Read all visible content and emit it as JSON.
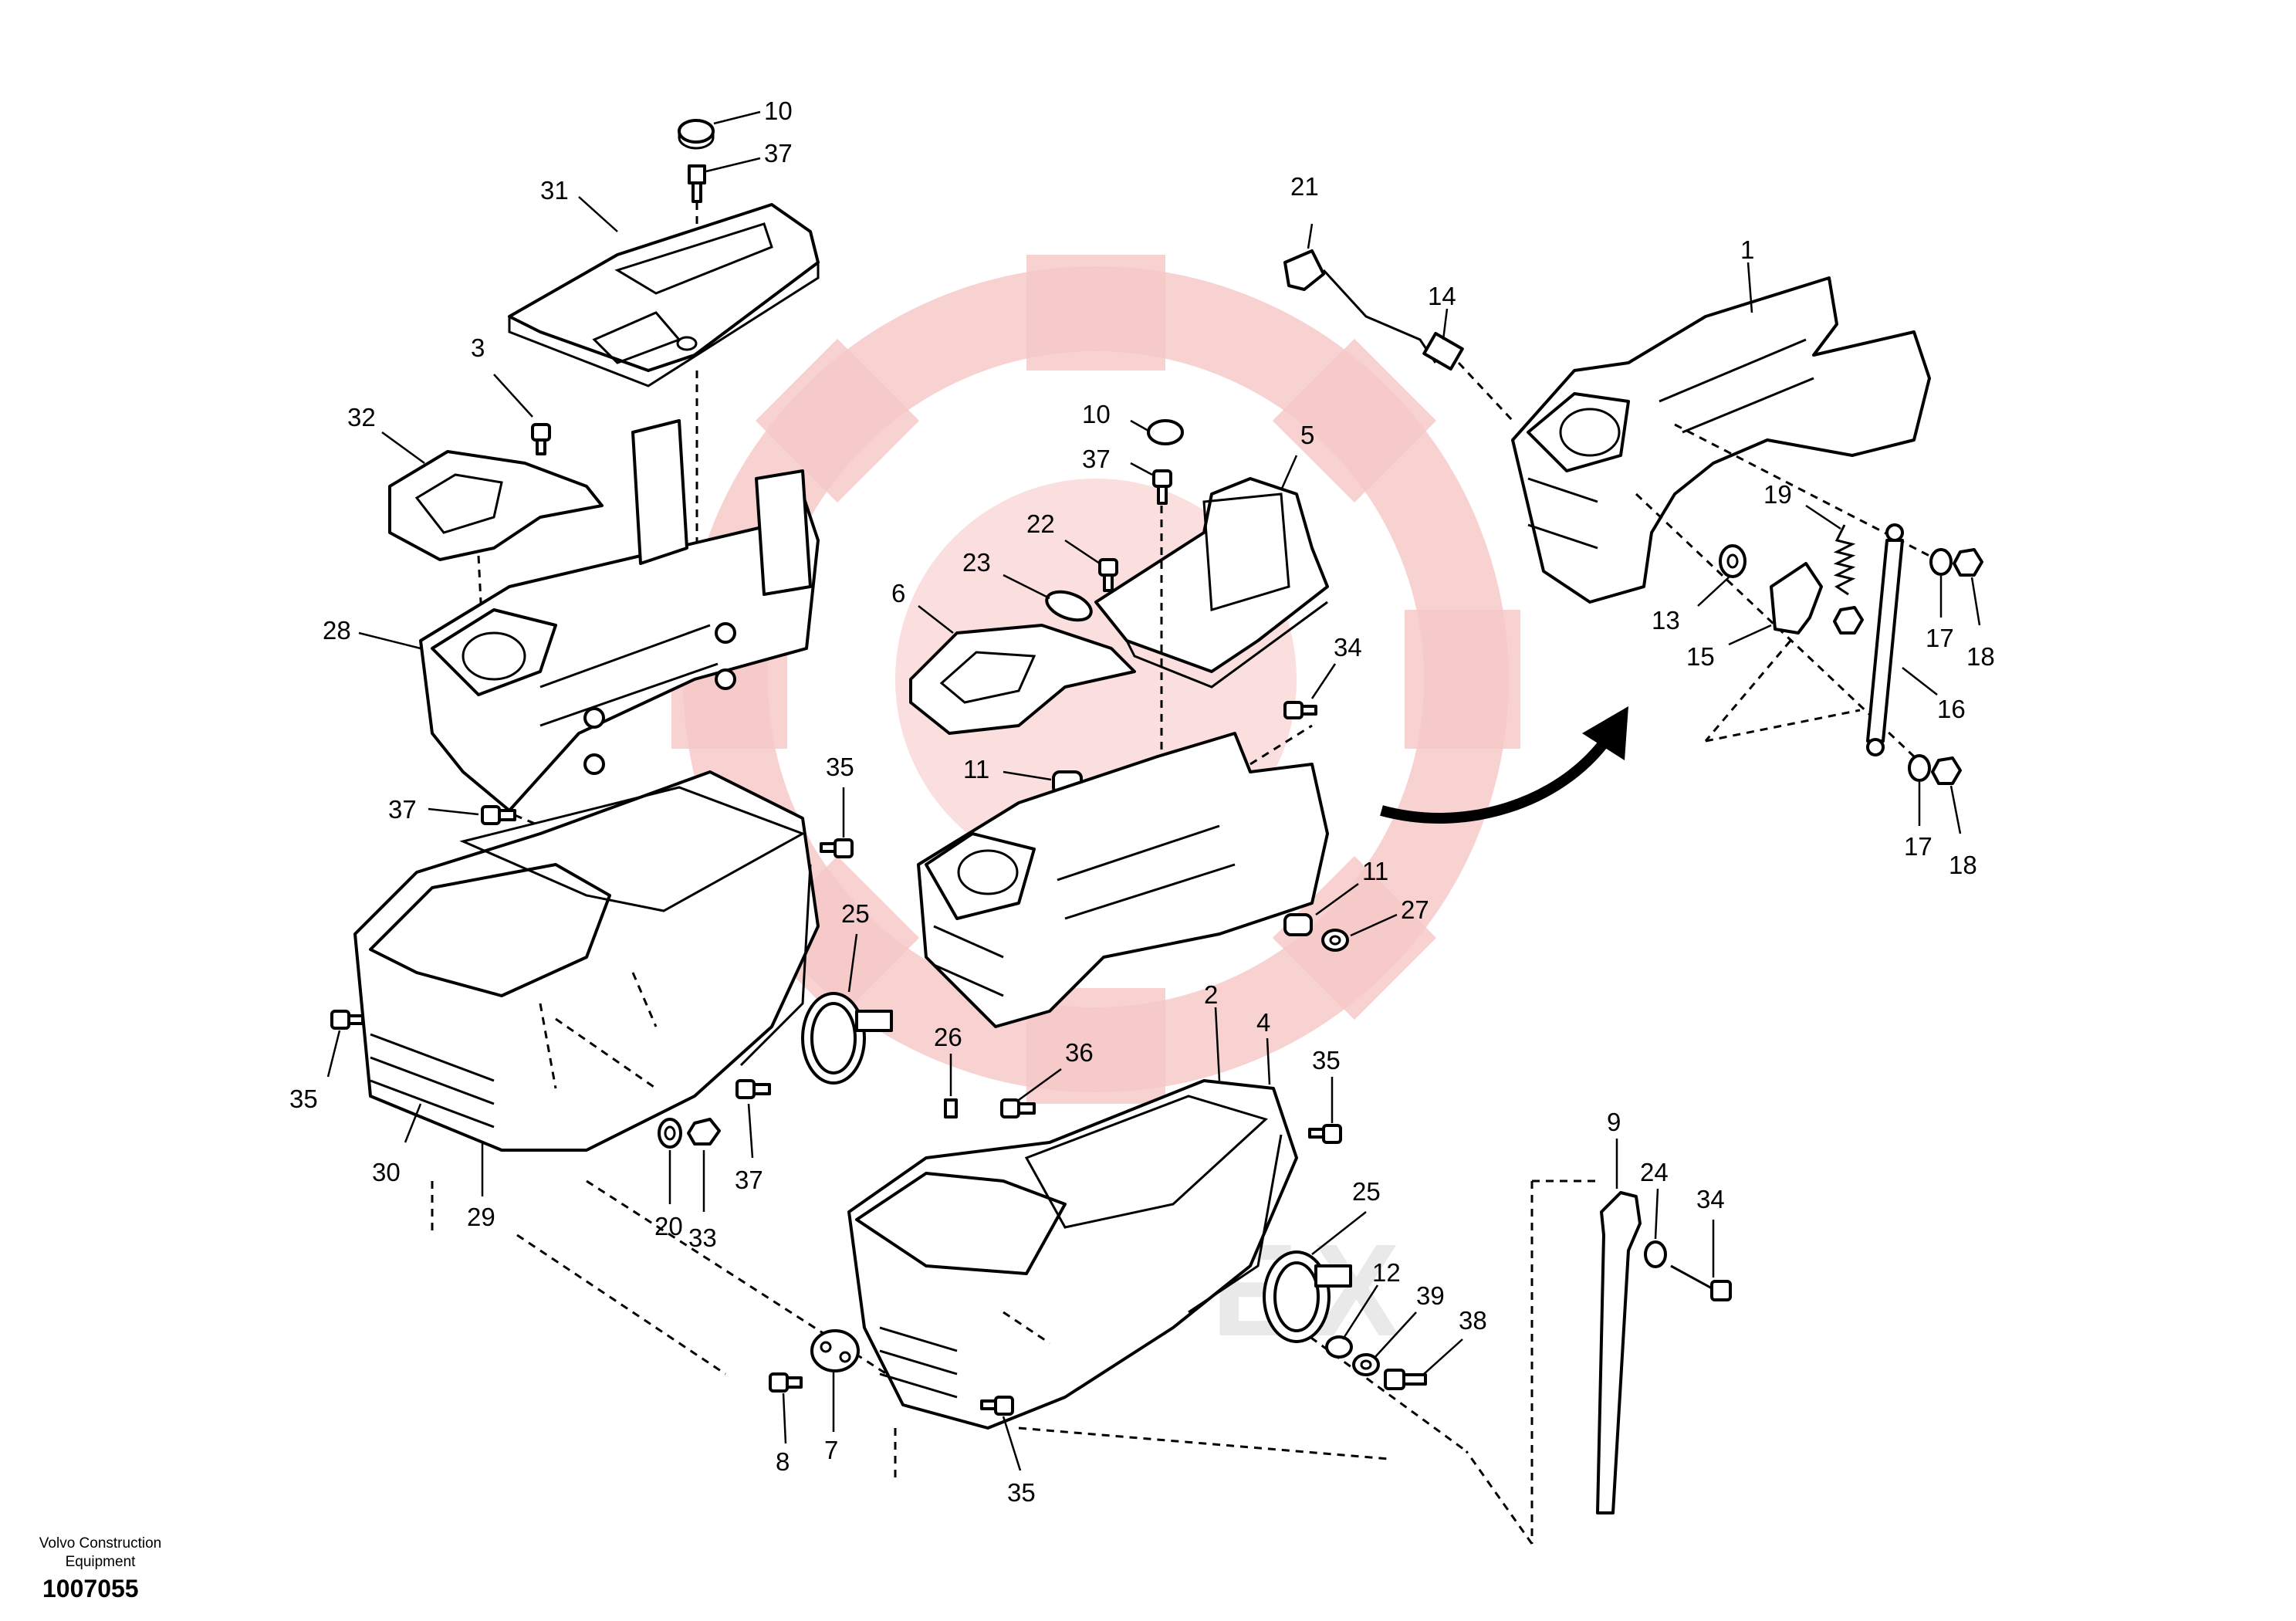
{
  "watermark": {
    "text": "VIRTEX",
    "color": "#ef6a6a"
  },
  "footer": {
    "brand_line1": "Volvo Construction",
    "brand_line2": "Equipment",
    "drawing_number": "1007055"
  },
  "callouts": {
    "c1": "1",
    "c2": "2",
    "c3": "3",
    "c4": "4",
    "c5": "5",
    "c6": "6",
    "c7": "7",
    "c8": "8",
    "c9": "9",
    "c10a": "10",
    "c10b": "10",
    "c11a": "11",
    "c11b": "11",
    "c12": "12",
    "c13": "13",
    "c14": "14",
    "c15": "15",
    "c16": "16",
    "c17a": "17",
    "c17b": "17",
    "c18a": "18",
    "c18b": "18",
    "c19": "19",
    "c20": "20",
    "c21": "21",
    "c22": "22",
    "c23": "23",
    "c24": "24",
    "c25a": "25",
    "c25b": "25",
    "c26": "26",
    "c27": "27",
    "c28": "28",
    "c29": "29",
    "c30": "30",
    "c31": "31",
    "c32": "32",
    "c33": "33",
    "c34a": "34",
    "c34b": "34",
    "c35a": "35",
    "c35b": "35",
    "c35c": "35",
    "c35d": "35",
    "c36": "36",
    "c37a": "37",
    "c37b": "37",
    "c37c": "37",
    "c37d": "37",
    "c38": "38",
    "c39": "39"
  }
}
